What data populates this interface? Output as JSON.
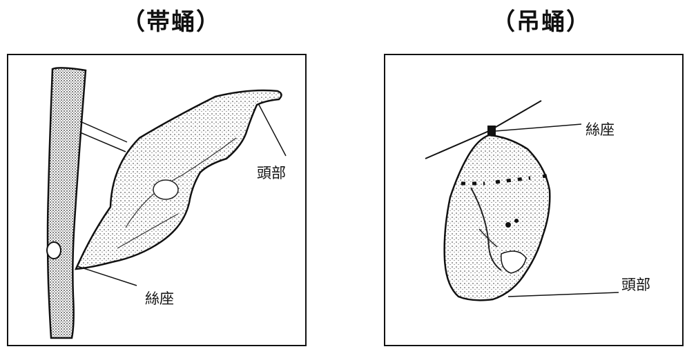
{
  "titles": {
    "left": "（帯蛹）",
    "right": "（吊蛹）"
  },
  "left_panel": {
    "head_label": "頭部",
    "silk_pad_label": "絲座"
  },
  "right_panel": {
    "silk_pad_label": "絲座",
    "head_label": "頭部"
  }
}
